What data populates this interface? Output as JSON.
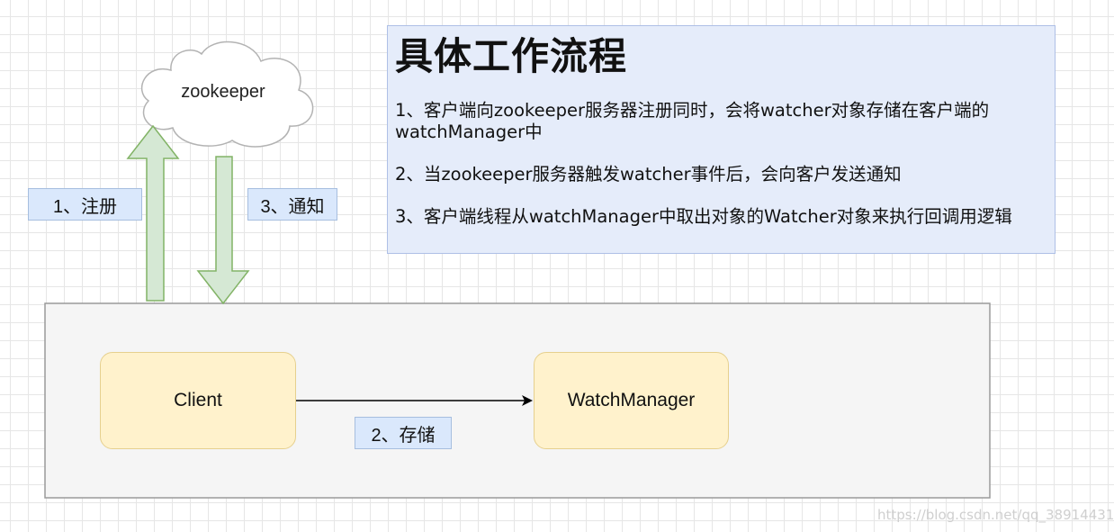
{
  "info_panel": {
    "title": "具体工作流程",
    "steps": [
      "1、客户端向zookeeper服务器注册同时，会将watcher对象存储在客户端的watchManager中",
      "2、当zookeeper服务器触发watcher事件后，会向客户发送通知",
      "3、客户端线程从watchManager中取出对象的Watcher对象来执行回调用逻辑"
    ]
  },
  "nodes": {
    "zookeeper": "zookeeper",
    "client": "Client",
    "watch_manager": "WatchManager"
  },
  "edge_labels": {
    "register": "1、注册",
    "notify": "3、通知",
    "store": "2、存储"
  },
  "watermark": "https://blog.csdn.net/qq_38914431",
  "colors": {
    "arrow_fill": "#d5e8d4",
    "arrow_stroke": "#82b366",
    "label_fill": "#dae8fc",
    "node_fill": "#fff2cc",
    "node_stroke": "#d6b656",
    "container_fill": "#f5f5f5",
    "panel_fill": "#e5ecfa"
  }
}
